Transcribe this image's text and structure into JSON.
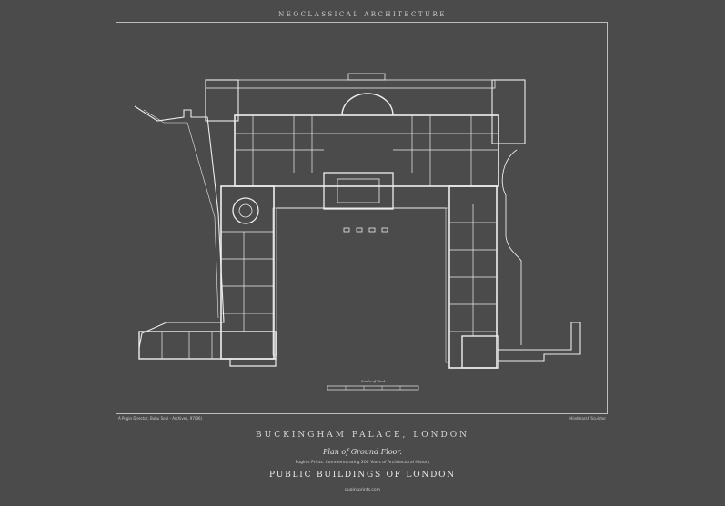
{
  "header": {
    "category": "NEOCLASSICAL ARCHITECTURE"
  },
  "plan": {
    "scale_label": "Scale of Feet"
  },
  "credits": {
    "left": "A Pugin Director, Bubu Soul - Archives, 97(06)",
    "right": "Hindmarsh Sculptor"
  },
  "caption": {
    "title": "BUCKINGHAM PALACE, LONDON",
    "subtitle": "Plan of Ground Floor.",
    "note": "Pugin's Prints. Commemorating 200 Years of Architectural History",
    "series": "PUBLIC BUILDINGS OF LONDON",
    "url": "puginsprints.com"
  },
  "colors": {
    "background": "#4b4b4b",
    "lines": "#eeeeee",
    "frame": "#bdbdbd"
  }
}
